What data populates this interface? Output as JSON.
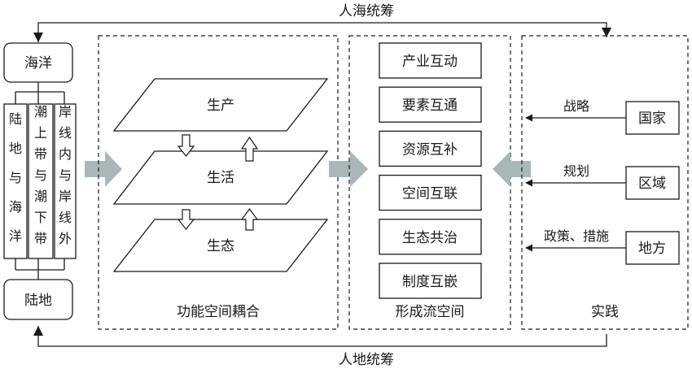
{
  "top_label": "人海统筹",
  "bottom_label": "人地统筹",
  "left_panel": {
    "top_box": "海洋",
    "bottom_box": "陆地",
    "columns": [
      [
        "陆",
        "地",
        "与",
        "海",
        "洋"
      ],
      [
        "潮",
        "上",
        "带",
        "与",
        "潮",
        "下",
        "带"
      ],
      [
        "岸",
        "线",
        "内",
        "与",
        "岸",
        "线",
        "外"
      ]
    ]
  },
  "coupling_panel": {
    "caption": "功能空间耦合",
    "layers": [
      "生产",
      "生活",
      "生态"
    ]
  },
  "flow_panel": {
    "caption": "形成流空间",
    "items": [
      "产业互动",
      "要素互通",
      "资源互补",
      "空间互联",
      "生态共治",
      "制度互嵌"
    ]
  },
  "practice_panel": {
    "caption": "实践",
    "rows": [
      {
        "level": "国家",
        "action": "战略"
      },
      {
        "level": "区域",
        "action": "规划"
      },
      {
        "level": "地方",
        "action": "政策、措施"
      }
    ]
  },
  "colors": {
    "line": "#1a1a1a",
    "big_arrow": "#a9b7b9"
  }
}
